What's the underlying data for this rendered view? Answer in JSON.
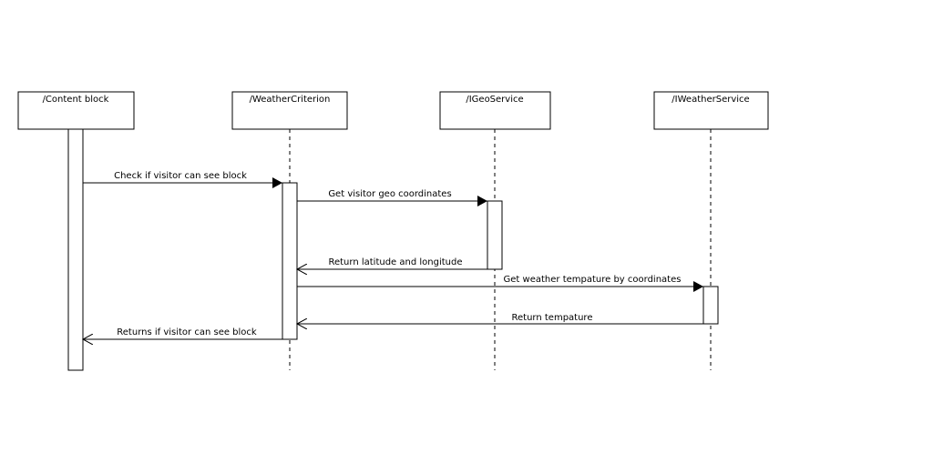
{
  "participants": [
    {
      "label": "/Content block"
    },
    {
      "label": "/WeatherCriterion"
    },
    {
      "label": "/IGeoService"
    },
    {
      "label": "/IWeatherService"
    }
  ],
  "messages": [
    {
      "label": "Check if visitor can see block",
      "from": 0,
      "to": 1,
      "kind": "call"
    },
    {
      "label": "Get visitor geo coordinates",
      "from": 1,
      "to": 2,
      "kind": "call"
    },
    {
      "label": "Return latitude and longitude",
      "from": 2,
      "to": 1,
      "kind": "return"
    },
    {
      "label": "Get weather tempature by coordinates",
      "from": 1,
      "to": 3,
      "kind": "call"
    },
    {
      "label": "Return tempature",
      "from": 3,
      "to": 1,
      "kind": "return"
    },
    {
      "label": "Returns if visitor can see block",
      "from": 1,
      "to": 0,
      "kind": "return"
    }
  ]
}
